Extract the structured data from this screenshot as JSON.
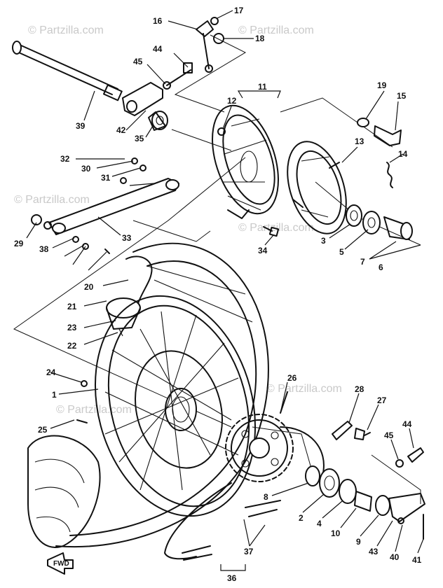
{
  "watermark": "© Partzilla.com",
  "fwd_label": "FWD",
  "callouts": [
    "16",
    "17",
    "18",
    "44",
    "45",
    "11",
    "12",
    "19",
    "15",
    "39",
    "42",
    "35",
    "13",
    "14",
    "32",
    "30",
    "31",
    "29",
    "38",
    "33",
    "34",
    "3",
    "5",
    "7",
    "6",
    "20",
    "21",
    "23",
    "22",
    "24",
    "1",
    "25",
    "26",
    "28",
    "27",
    "44",
    "45",
    "8",
    "2",
    "4",
    "10",
    "9",
    "43",
    "40",
    "41",
    "37",
    "36"
  ],
  "colors": {
    "ink": "#111111",
    "watermark": "#c9c9c9",
    "paper": "#ffffff"
  }
}
